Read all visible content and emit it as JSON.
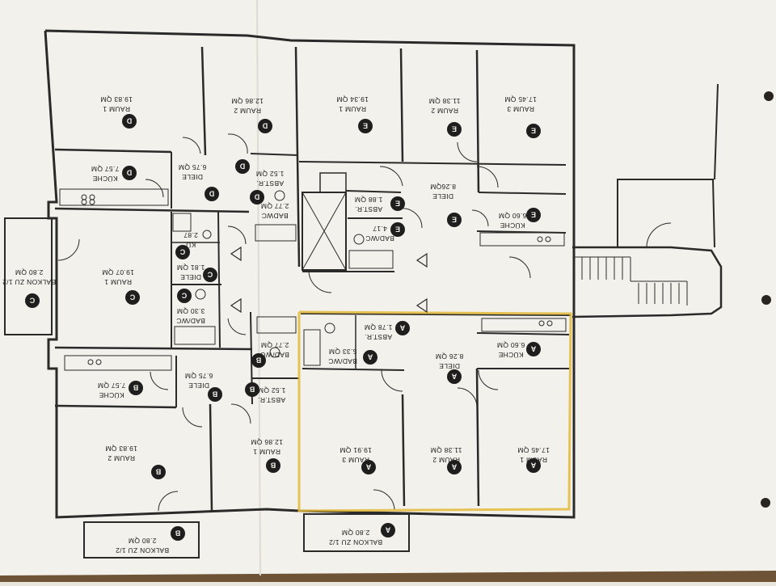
{
  "plan": {
    "units": {
      "A": {
        "letter": "A",
        "rooms": [
          {
            "id": "a-raum1",
            "name": "RAUM 1",
            "area": "17.45 QM"
          },
          {
            "id": "a-raum2",
            "name": "RAUM 2",
            "area": "11.38 QM"
          },
          {
            "id": "a-raum3",
            "name": "RAUM 3",
            "area": "19.91 QM"
          },
          {
            "id": "a-kueche",
            "name": "KÜCHE",
            "area": "6.60 QM"
          },
          {
            "id": "a-diele",
            "name": "DIELE",
            "area": "8.26 QM"
          },
          {
            "id": "a-badwc",
            "name": "BAD/WC",
            "area": "5.33 QM"
          },
          {
            "id": "a-abstr",
            "name": "ABST.R.",
            "area": "1.78 QM"
          },
          {
            "id": "a-balkon",
            "name": "BALKON ZU 1/2",
            "area": "2.80 QM"
          }
        ]
      },
      "B": {
        "letter": "B",
        "rooms": [
          {
            "id": "b-raum1",
            "name": "RAUM 1",
            "area": "12.86 QM"
          },
          {
            "id": "b-raum2",
            "name": "RAUM 2",
            "area": "19.83 QM"
          },
          {
            "id": "b-kueche",
            "name": "KÜCHE",
            "area": "7.57 QM"
          },
          {
            "id": "b-diele",
            "name": "DIELE",
            "area": "6.75 QM"
          },
          {
            "id": "b-badwc",
            "name": "BAD/WC",
            "area": "2.77 QM"
          },
          {
            "id": "b-abstr",
            "name": "ABST.R.",
            "area": "1.52 QM"
          },
          {
            "id": "b-balkon",
            "name": "BALKON ZU 1/2",
            "area": "2.80 QM"
          }
        ]
      },
      "C": {
        "letter": "C",
        "rooms": [
          {
            "id": "c-raum1",
            "name": "RAUM 1",
            "area": "19.07 QM"
          },
          {
            "id": "c-ku",
            "name": "KÜ",
            "area": "2.87"
          },
          {
            "id": "c-diele",
            "name": "DIELE",
            "area": "1.81 QM"
          },
          {
            "id": "c-badwc",
            "name": "BAD/WC",
            "area": "3.30 QM"
          },
          {
            "id": "c-balkon",
            "name": "BALKON ZU 1/2",
            "area": "2.80 QM"
          }
        ]
      },
      "D": {
        "letter": "D",
        "rooms": [
          {
            "id": "d-raum1",
            "name": "RAUM 1",
            "area": "19.83 QM"
          },
          {
            "id": "d-raum2",
            "name": "RAUM 2",
            "area": "12.86 QM"
          },
          {
            "id": "d-kueche",
            "name": "KÜCHE",
            "area": "7.57 QM"
          },
          {
            "id": "d-diele",
            "name": "DIELE",
            "area": "6.75 QM"
          },
          {
            "id": "d-abstr",
            "name": "ABST.R.",
            "area": "1.52 QM"
          },
          {
            "id": "d-badwc",
            "name": "BADWC",
            "area": "2.77 QM"
          }
        ]
      },
      "E": {
        "letter": "E",
        "rooms": [
          {
            "id": "e-raum1",
            "name": "RAUM 1",
            "area": "19.34 QM"
          },
          {
            "id": "e-raum2",
            "name": "RAUM 2",
            "area": "11.38 QM"
          },
          {
            "id": "e-raum3",
            "name": "RAUM 3",
            "area": "17.45 QM"
          },
          {
            "id": "e-diele",
            "name": "DIELE",
            "area": "8.26QM"
          },
          {
            "id": "e-kueche",
            "name": "KÜCHE",
            "area": "6.60 QM"
          },
          {
            "id": "e-abstr",
            "name": "ABST.R.",
            "area": "1.88 QM"
          },
          {
            "id": "e-badwc",
            "name": "BAD/WC",
            "area": "4.17"
          }
        ]
      }
    },
    "colors": {
      "paper": "#f4f2ec",
      "line": "#2a2a2a",
      "badge": "#1e1e1e",
      "highlight": "#e3b93a",
      "floor": "#7a5a3a"
    }
  }
}
